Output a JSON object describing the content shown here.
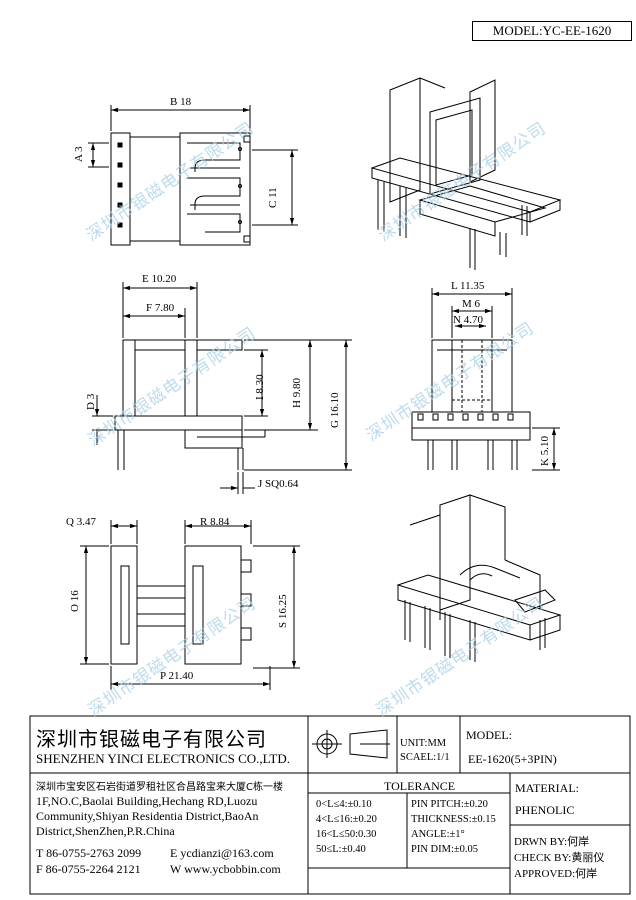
{
  "header": {
    "model_label": "MODEL:YC-EE-1620"
  },
  "watermark": {
    "text": "深圳市银磁电子有限公司"
  },
  "dimensions": {
    "b": "B 18",
    "a": "A 3",
    "c": "C 11",
    "e": "E 10.20",
    "f": "F 7.80",
    "d": "D 3",
    "i": "I 8.30",
    "h": "H 9.80",
    "g": "G 16.10",
    "j": "J SQ0.64",
    "l": "L 11.35",
    "m": "M 6",
    "n": "N 4.70",
    "k": "K 5.10",
    "q": "Q 3.47",
    "r": "R 8.84",
    "o": "O 16",
    "s": "S 16.25",
    "p": "P 21.40"
  },
  "title_block": {
    "company_cn": "深圳市银磁电子有限公司",
    "company_en": "SHENZHEN YINCI ELECTRONICS CO.,LTD.",
    "unit": "UNIT:MM",
    "scale": "SCAEL:1/1",
    "model_label": "MODEL:",
    "model_value": "EE-1620(5+3PIN)",
    "address_cn": "深圳市宝安区石岩街道罗租社区合昌路宝来大厦C栋一楼",
    "address_en": [
      "1F,NO.C,Baolai Building,Hechang RD,Luozu",
      "Community,Shiyan Residentia District,BaoAn",
      "District,ShenZhen,P.R.China"
    ],
    "tel": "T 86-0755-2763 2099",
    "fax": "F 86-0755-2264 2121",
    "email": "E ycdianzi@163.com",
    "web": "W www.ycbobbin.com",
    "tolerance_title": "TOLERANCE",
    "tolerances_left": [
      "0<L≤4:±0.10",
      "4<L≤16:±0.20",
      "16<L≤50:0.30",
      "50≤L:±0.40"
    ],
    "tolerances_right": [
      "PIN PITCH:±0.20",
      "THICKNESS:±0.15",
      "ANGLE:±1°",
      "PIN DIM:±0.05"
    ],
    "material_label": "MATERIAL:",
    "material_value": "PHENOLIC",
    "drawn_by": "DRWN BY:何岸",
    "check_by": "CHECK BY:黄丽仪",
    "approved": "APPROVED:何岸"
  }
}
